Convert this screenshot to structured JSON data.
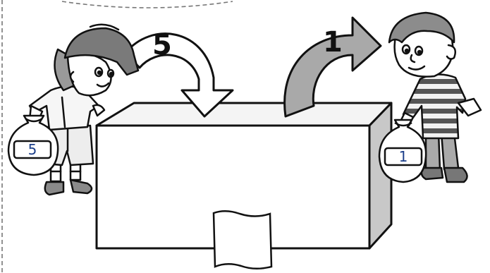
{
  "labels": {
    "left_arrow_number": "5",
    "right_arrow_number": "1",
    "left_bag_number": "5",
    "right_bag_number": "1"
  },
  "colors": {
    "outline": "#111111",
    "box_front": "#ffffff",
    "box_side": "#c8c8c8",
    "box_top": "#f4f4f4",
    "right_arrow_fill": "#a9a9a9",
    "left_arrow_fill": "#ffffff"
  },
  "icons": [
    "girl-figure",
    "boy-figure",
    "money-bag-icon",
    "curved-arrow-icon",
    "box",
    "paper-slip-icon"
  ]
}
